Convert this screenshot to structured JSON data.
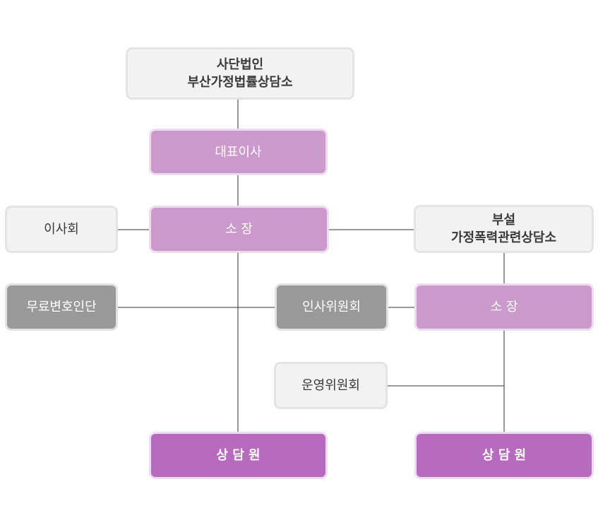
{
  "org": {
    "root": {
      "line1": "사단법인",
      "line2": "부산가정법률상담소"
    },
    "ceo": "대표이사",
    "board": "이사회",
    "director": "소 장",
    "subsidiary": {
      "line1": "부설",
      "line2": "가정폭력관련상담소"
    },
    "legal_aid": "무료변호인단",
    "hr_committee": "인사위원회",
    "sub_director": "소 장",
    "ops_committee": "운영위원회",
    "counselors_main": "상 담 원",
    "counselors_sub": "상 담 원"
  },
  "colors": {
    "light_box": "#f2f2f2",
    "pink_box": "#cc99cc",
    "gray_box": "#999999",
    "purple_box": "#b66bbe",
    "connector": "#333333"
  }
}
